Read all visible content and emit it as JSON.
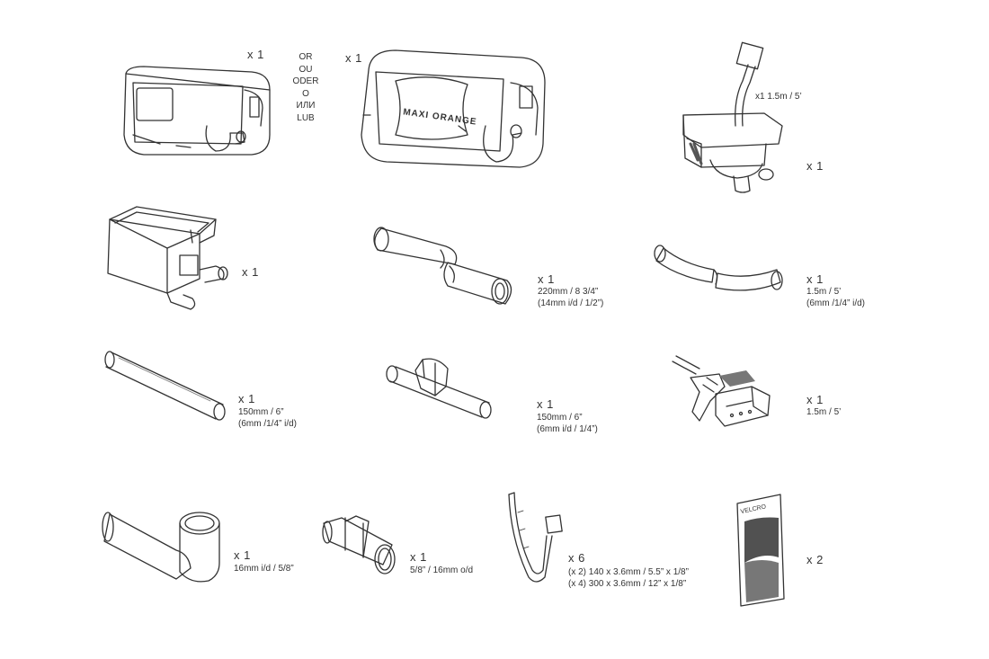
{
  "items": {
    "pump_small": {
      "qty": "x 1"
    },
    "alternatives": [
      "OR",
      "OU",
      "ODER",
      "O",
      "ИЛИ",
      "LUB"
    ],
    "pump_large": {
      "qty": "x 1",
      "brand": "MAXI ORANGE"
    },
    "reservoir_with_cable": {
      "qty_line": "x1 1.5m / 5’",
      "qty": "x 1"
    },
    "reservoir_box": {
      "qty": "x 1"
    },
    "hose_large": {
      "qty": "x 1",
      "lines": [
        "220mm / 8 3/4”",
        "(14mm i/d / 1/2”)"
      ]
    },
    "hose_curved": {
      "qty": "x 1",
      "lines": [
        "1.5m / 5’",
        "(6mm /1/4” i/d)"
      ]
    },
    "tube_clear": {
      "qty": "x 1",
      "lines": [
        "150mm / 6”",
        "(6mm /1/4” i/d)"
      ]
    },
    "tube_with_clip": {
      "qty": "x 1",
      "lines": [
        "150mm / 6”",
        "(6mm i/d / 1/4”)"
      ]
    },
    "cable_connector": {
      "qty": "x 1",
      "lines": [
        "1.5m / 5’"
      ]
    },
    "elbow": {
      "qty": "x 1",
      "lines": [
        "16mm i/d / 5/8”"
      ]
    },
    "coupler": {
      "qty": "x 1",
      "lines": [
        "5/8” / 16mm o/d"
      ]
    },
    "cable_ties": {
      "qty": "x 6",
      "lines": [
        "(x 2) 140 x 3.6mm / 5.5” x 1/8”",
        "(x 4) 300 x 3.6mm / 12” x 1/8”"
      ]
    },
    "velcro": {
      "qty": "x 2",
      "brand": "VELCRO"
    }
  }
}
